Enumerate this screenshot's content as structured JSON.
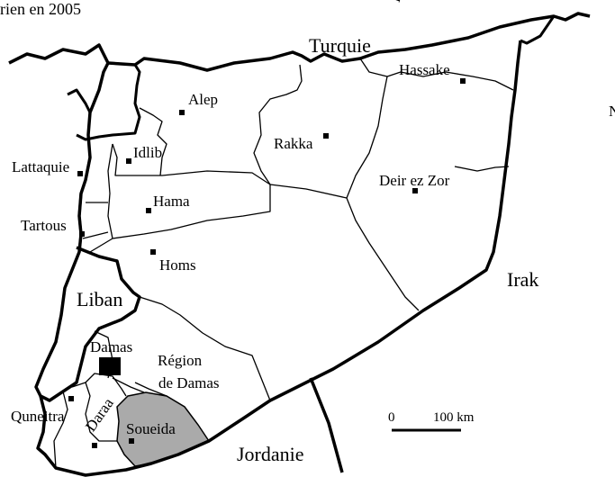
{
  "map": {
    "title_fragment": "rien en 2005",
    "top_fragment": "P",
    "right_fragment": "N",
    "countries": {
      "turquie": "Turquie",
      "irak": "Irak",
      "jordanie": "Jordanie",
      "liban": "Liban"
    },
    "regions": {
      "alep": "Alep",
      "hassake": "Hassake",
      "rakka": "Rakka",
      "idlib": "Idlib",
      "lattaquie": "Lattaquie",
      "deir_ez_zor": "Deir ez Zor",
      "hama": "Hama",
      "tartous": "Tartous",
      "homs": "Homs",
      "damas": "Damas",
      "region_de_damas_line1": "Région",
      "region_de_damas_line2": "de Damas",
      "quneitra": "Quneitra",
      "daraa": "Daraa",
      "soueida": "Soueida"
    },
    "scale": {
      "zero": "0",
      "distance": "100 km"
    },
    "colors": {
      "highlight": "#aaaaaa",
      "border": "#000000"
    }
  }
}
